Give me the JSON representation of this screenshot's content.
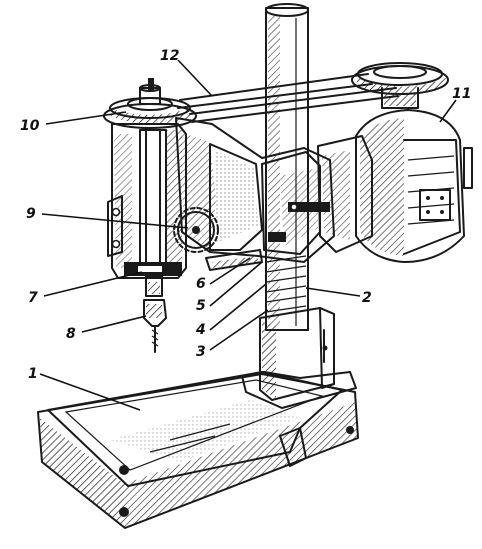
{
  "colors": {
    "ink": "#1a1a1a",
    "paper": "#ffffff"
  },
  "callouts": [
    {
      "id": "1",
      "label": "1"
    },
    {
      "id": "2",
      "label": "2"
    },
    {
      "id": "3",
      "label": "3"
    },
    {
      "id": "4",
      "label": "4"
    },
    {
      "id": "5",
      "label": "5"
    },
    {
      "id": "6",
      "label": "6"
    },
    {
      "id": "7",
      "label": "7"
    },
    {
      "id": "8",
      "label": "8"
    },
    {
      "id": "9",
      "label": "9"
    },
    {
      "id": "10",
      "label": "10"
    },
    {
      "id": "11",
      "label": "11"
    },
    {
      "id": "12",
      "label": "12"
    }
  ]
}
